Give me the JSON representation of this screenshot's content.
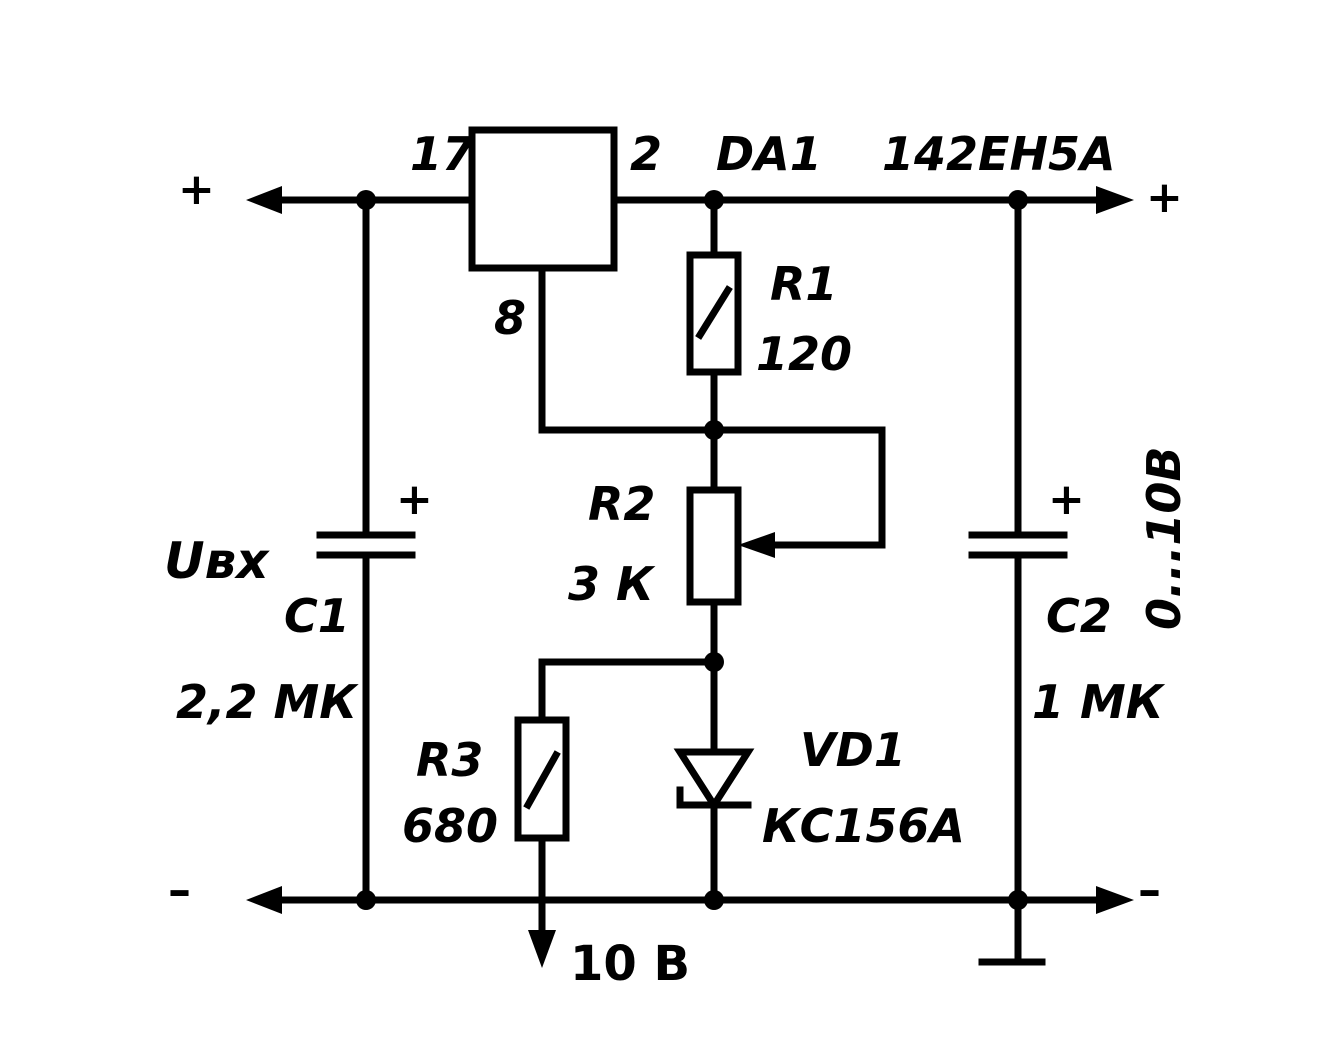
{
  "labels": {
    "pin_in": "17",
    "pin_out": "2",
    "pin_adj": "8",
    "ic_ref": "DA1",
    "ic_type": "142ЕН5А",
    "plus_left": "+",
    "plus_right": "+",
    "minus_left": "–",
    "minus_right": "–",
    "r1_ref": "R1",
    "r1_val": "120",
    "r2_ref": "R2",
    "r2_val": "3 К",
    "r3_ref": "R3",
    "r3_val": "680",
    "c1_ref": "C1",
    "c1_val": "2,2 МК",
    "c1_pol": "+",
    "c2_ref": "C2",
    "c2_val": "1 МК",
    "c2_pol": "+",
    "vd1_ref": "VD1",
    "vd1_type": "КС156А",
    "uin": "Uвх",
    "out_range": "0...10В",
    "tap_voltage": "10 В"
  }
}
